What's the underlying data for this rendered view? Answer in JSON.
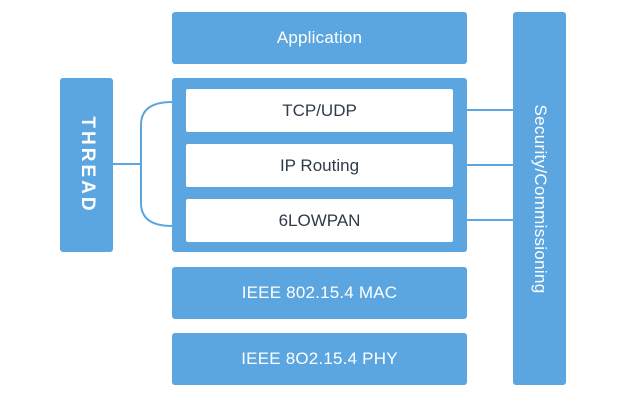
{
  "layers": {
    "application": "Application",
    "tcp_udp": "TCP/UDP",
    "ip_routing": "IP Routing",
    "sixlowpan": "6LOWPAN",
    "mac": "IEEE 802.15.4 MAC",
    "phy": "IEEE 8O2.15.4 PHY"
  },
  "side": {
    "thread_logo": "THREAD",
    "security": "Security/Commissioning"
  },
  "colors": {
    "box": "#5ba6e0",
    "inner_text": "#2e3b48",
    "connector": "#5ba6e0"
  }
}
